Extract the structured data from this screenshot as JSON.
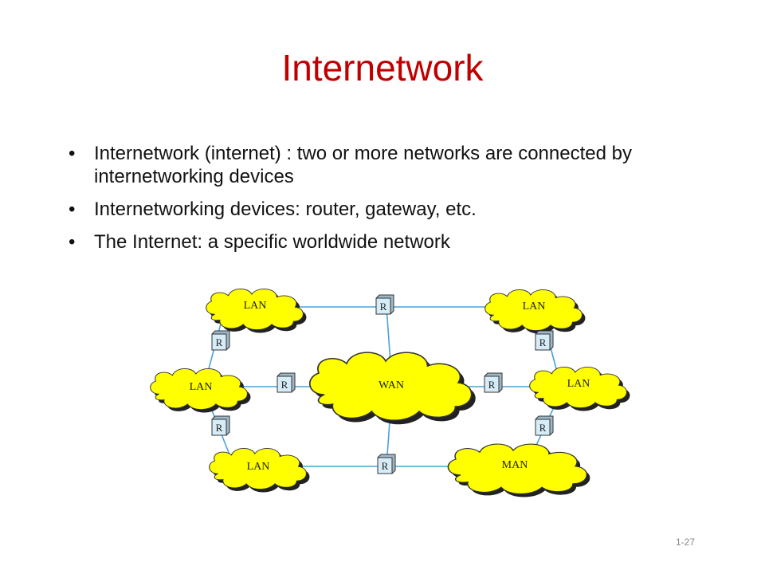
{
  "slide": {
    "title": "Internetwork",
    "bullets": [
      "Internetwork (internet) : two or more networks are connected by internetworking devices",
      "Internetworking devices: router, gateway, etc.",
      "The Internet: a specific worldwide network"
    ],
    "slide_number": "1-27"
  },
  "diagram": {
    "nodes": {
      "lan_top_left": "LAN",
      "lan_top_right": "LAN",
      "lan_mid_left": "LAN",
      "lan_mid_right": "LAN",
      "lan_bottom_left": "LAN",
      "wan_center": "WAN",
      "man_bottom_right": "MAN"
    },
    "router_label": "R",
    "colors": {
      "cloud_fill": "#ffff00",
      "link": "#4aa3d8",
      "router_fill": "#d6ecf7",
      "title": "#c00000"
    }
  }
}
